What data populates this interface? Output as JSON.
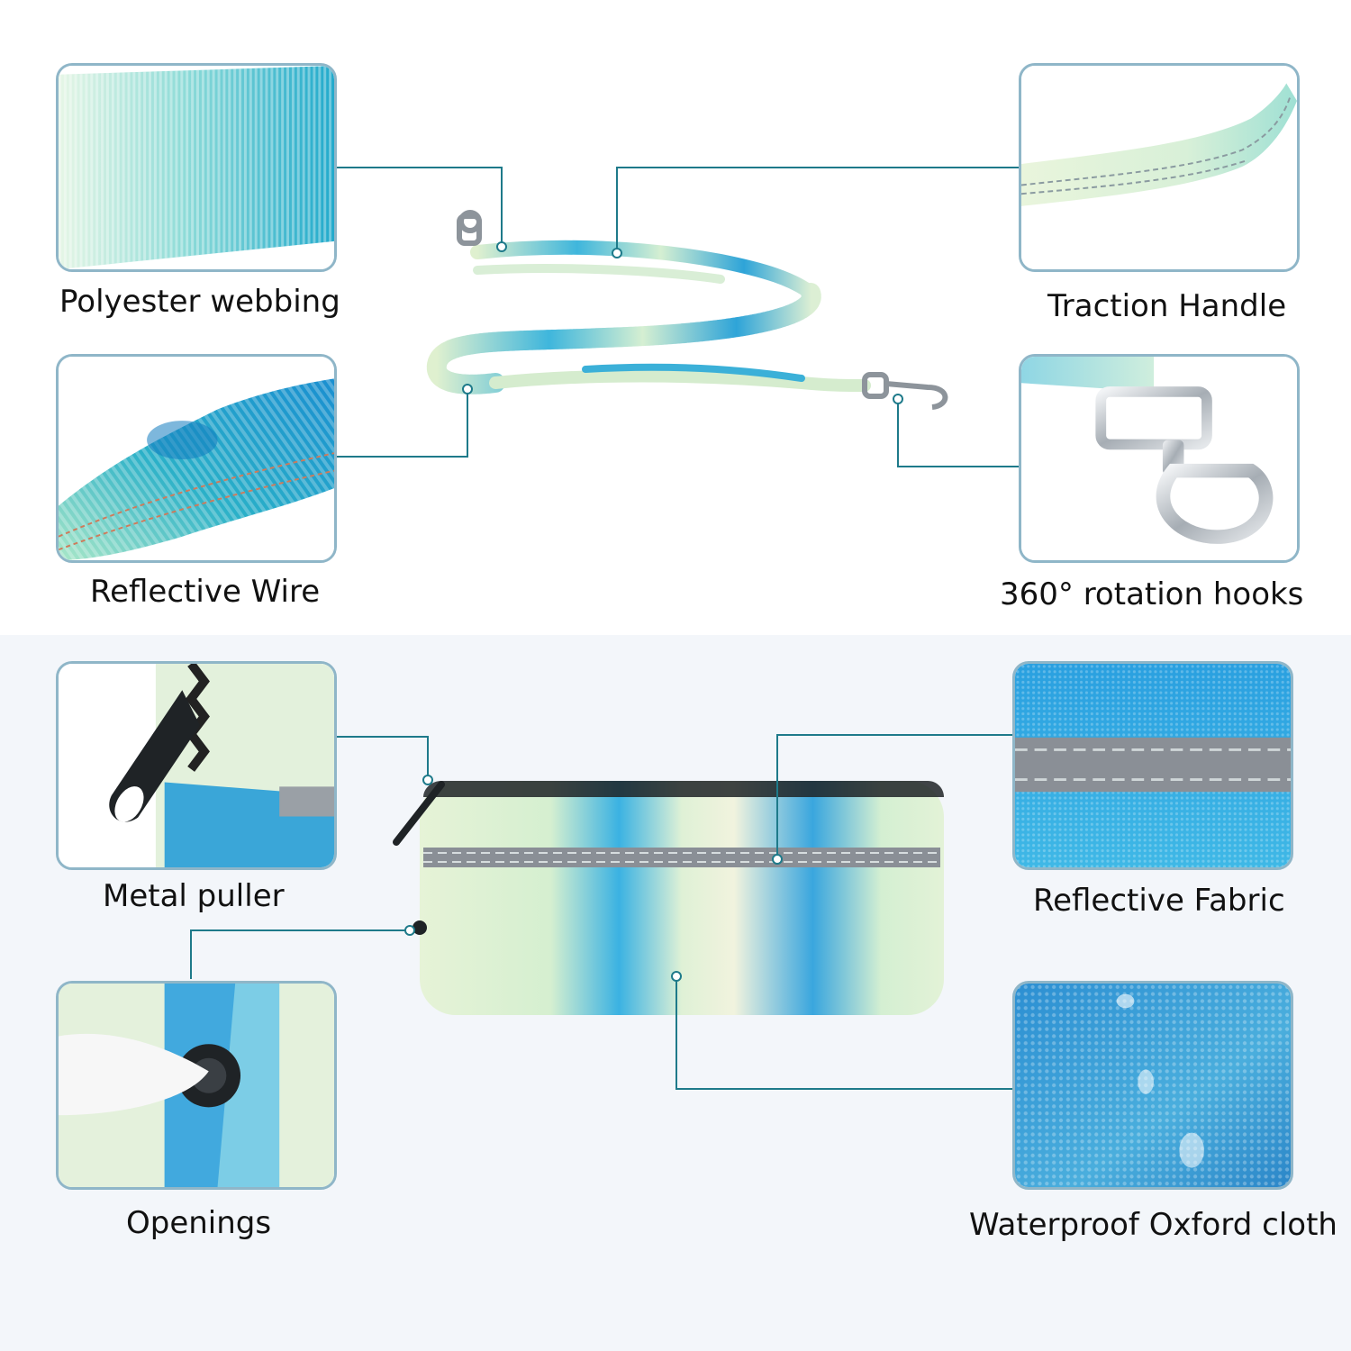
{
  "colors": {
    "line": "#1e7a8a",
    "frame": "#8fb6c8",
    "mint": "#dff3d8",
    "blue": "#2aa3dc",
    "reflective": "#8a8f96"
  },
  "leash_features": {
    "polyester_webbing": "Polyester webbing",
    "traction_handle": "Traction Handle",
    "reflective_wire": "Reflective Wire",
    "rotation_hooks": "360°  rotation hooks"
  },
  "pouch_features": {
    "metal_puller": "Metal puller",
    "reflective_fabric": "Reflective Fabric",
    "openings": "Openings",
    "waterproof_cloth": "Waterproof Oxford cloth"
  }
}
